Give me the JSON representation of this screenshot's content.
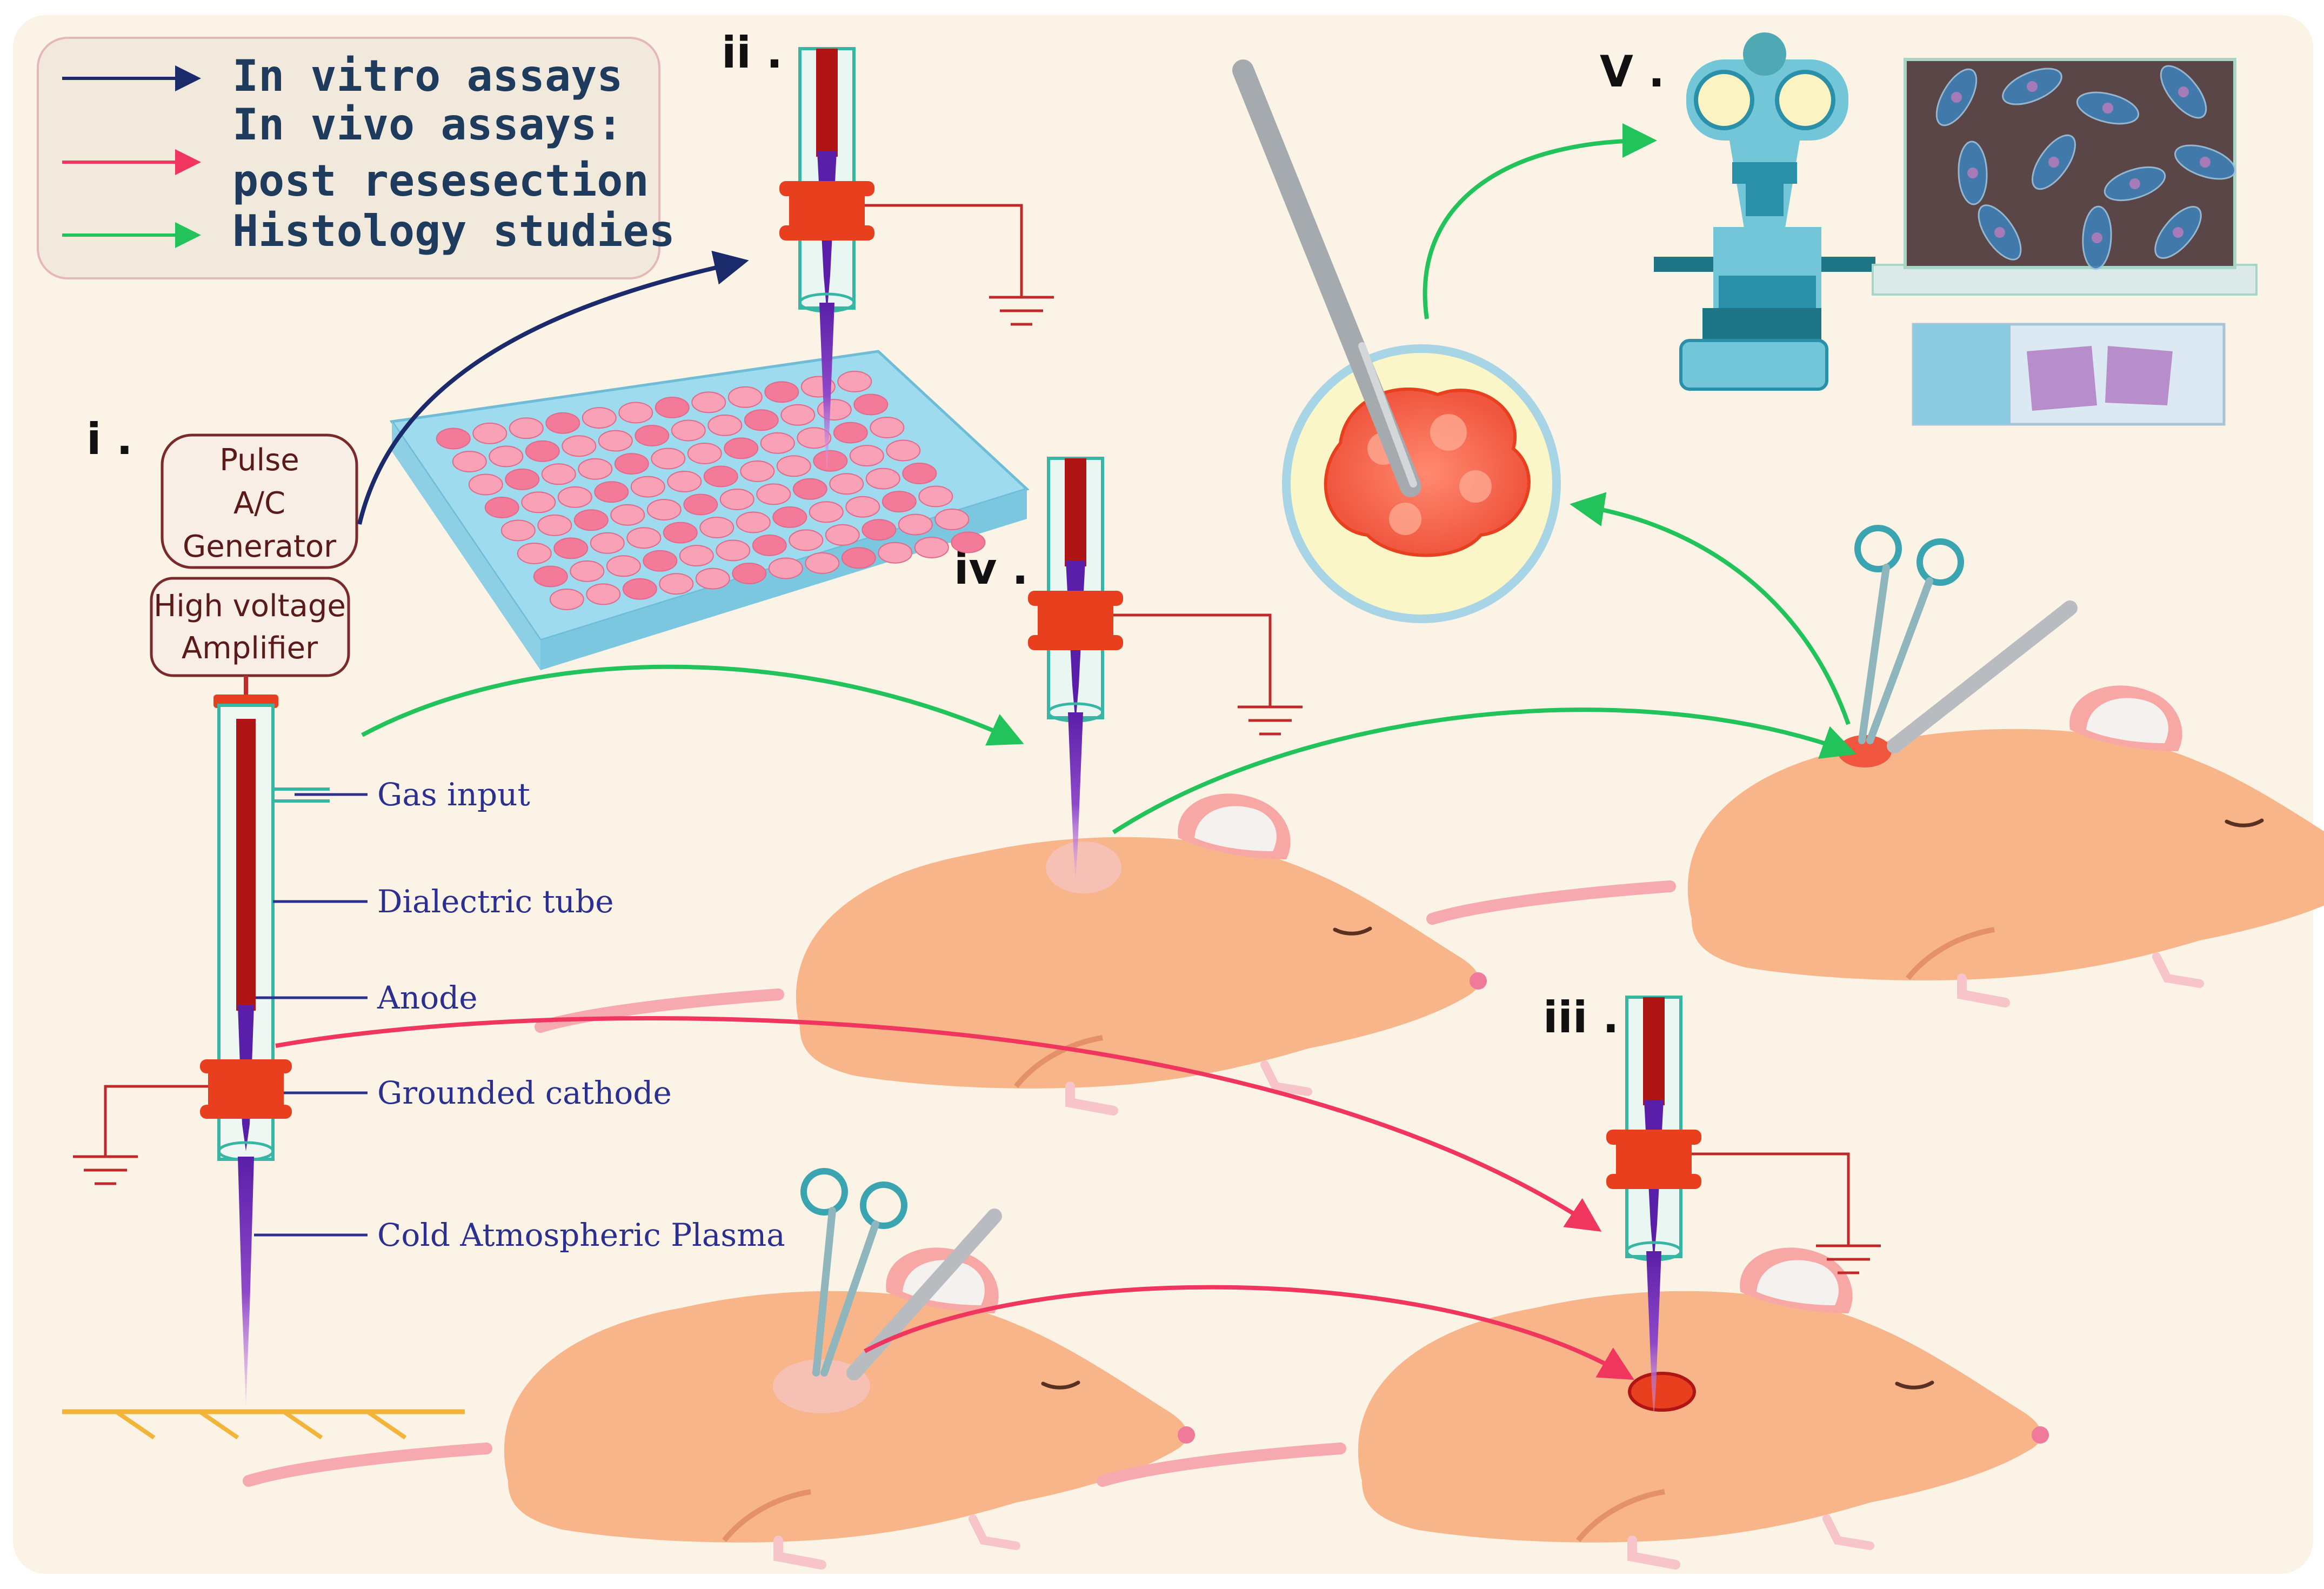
{
  "legend": {
    "items": [
      {
        "label": "In vitro assays",
        "color": "#1b2a6b"
      },
      {
        "label": "In vivo assays:",
        "color": "#f0355e"
      },
      {
        "label": "post resesection",
        "color": ""
      },
      {
        "label": "Histology studies",
        "color": "#22c35a"
      }
    ]
  },
  "panels": {
    "i": "i .",
    "ii": "ii .",
    "iii": "iii .",
    "iv": "iv .",
    "v": "V ."
  },
  "device": {
    "generator": [
      "Pulse",
      "A/C",
      "Generator"
    ],
    "amplifier": [
      "High voltage",
      "Amplifier"
    ]
  },
  "labels": {
    "gas_input": "Gas input",
    "dielectric_tube": "Dialectric tube",
    "anode": "Anode",
    "grounded_cathode": "Grounded cathode",
    "plasma": "Cold Atmospheric Plasma"
  },
  "colors": {
    "background": "#fcf3e7",
    "invitro_arrow": "#1b2a6b",
    "invivo_arrow": "#f0355e",
    "histology_arrow": "#22c35a",
    "mouse_body": "#f8b58a",
    "plasma": "#5a1fa8",
    "electrode": "#b01515",
    "cathode_ring": "#e8401e"
  }
}
